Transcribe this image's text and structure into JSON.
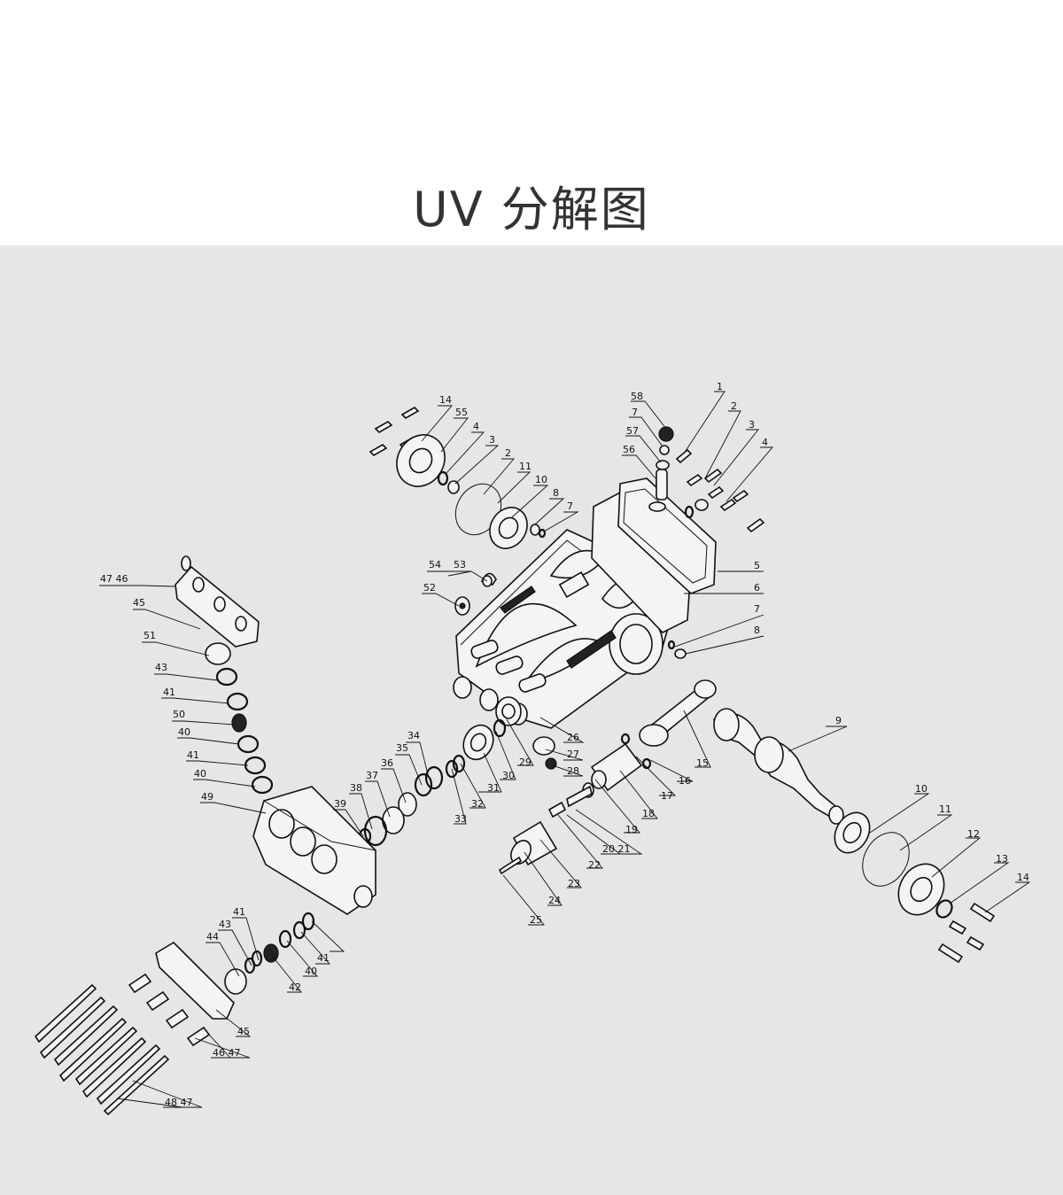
{
  "title": "UV 分解图",
  "colors": {
    "panel_bg": "#e6e6e6",
    "page_bg": "#ffffff",
    "title": "#333333",
    "line": "#111111"
  },
  "callouts": [
    {
      "id": "c58",
      "text": "58"
    },
    {
      "id": "c7a",
      "text": "7"
    },
    {
      "id": "c57",
      "text": "57"
    },
    {
      "id": "c56",
      "text": "56"
    },
    {
      "id": "c1",
      "text": "1"
    },
    {
      "id": "c2a",
      "text": "2"
    },
    {
      "id": "c3a",
      "text": "3"
    },
    {
      "id": "c4a",
      "text": "4"
    },
    {
      "id": "c5",
      "text": "5"
    },
    {
      "id": "c6",
      "text": "6"
    },
    {
      "id": "c7b",
      "text": "7"
    },
    {
      "id": "c8b",
      "text": "8"
    },
    {
      "id": "c14a",
      "text": "14"
    },
    {
      "id": "c55",
      "text": "55"
    },
    {
      "id": "c4b",
      "text": "4"
    },
    {
      "id": "c3b",
      "text": "3"
    },
    {
      "id": "c2b",
      "text": "2"
    },
    {
      "id": "c11a",
      "text": "11"
    },
    {
      "id": "c10a",
      "text": "10"
    },
    {
      "id": "c8a",
      "text": "8"
    },
    {
      "id": "c7c",
      "text": "7"
    },
    {
      "id": "c54",
      "text": "54"
    },
    {
      "id": "c53",
      "text": "53"
    },
    {
      "id": "c52",
      "text": "52"
    },
    {
      "id": "c4746a",
      "text": "47  46"
    },
    {
      "id": "c45a",
      "text": "45"
    },
    {
      "id": "c51",
      "text": "51"
    },
    {
      "id": "c43a",
      "text": "43"
    },
    {
      "id": "c41a",
      "text": "41"
    },
    {
      "id": "c50",
      "text": "50"
    },
    {
      "id": "c40a",
      "text": "40"
    },
    {
      "id": "c41b",
      "text": "41"
    },
    {
      "id": "c40b",
      "text": "40"
    },
    {
      "id": "c49",
      "text": "49"
    },
    {
      "id": "c34",
      "text": "34"
    },
    {
      "id": "c35",
      "text": "35"
    },
    {
      "id": "c36",
      "text": "36"
    },
    {
      "id": "c37",
      "text": "37"
    },
    {
      "id": "c38",
      "text": "38"
    },
    {
      "id": "c39",
      "text": "39"
    },
    {
      "id": "c33",
      "text": "33"
    },
    {
      "id": "c32",
      "text": "32"
    },
    {
      "id": "c31",
      "text": "31"
    },
    {
      "id": "c30",
      "text": "30"
    },
    {
      "id": "c29",
      "text": "29"
    },
    {
      "id": "c26",
      "text": "26"
    },
    {
      "id": "c27",
      "text": "27"
    },
    {
      "id": "c28",
      "text": "28"
    },
    {
      "id": "c9",
      "text": "9"
    },
    {
      "id": "c15",
      "text": "15"
    },
    {
      "id": "c16",
      "text": "16"
    },
    {
      "id": "c17",
      "text": "17"
    },
    {
      "id": "c18",
      "text": "18"
    },
    {
      "id": "c19",
      "text": "19"
    },
    {
      "id": "c2021",
      "text": "20   21"
    },
    {
      "id": "c22",
      "text": "22"
    },
    {
      "id": "c23",
      "text": "23"
    },
    {
      "id": "c24",
      "text": "24"
    },
    {
      "id": "c25",
      "text": "25"
    },
    {
      "id": "c10b",
      "text": "10"
    },
    {
      "id": "c11b",
      "text": "11"
    },
    {
      "id": "c12",
      "text": "12"
    },
    {
      "id": "c13",
      "text": "13"
    },
    {
      "id": "c14b",
      "text": "14"
    },
    {
      "id": "c41c",
      "text": "41"
    },
    {
      "id": "c43b",
      "text": "43"
    },
    {
      "id": "c44",
      "text": "44"
    },
    {
      "id": "c42",
      "text": "42"
    },
    {
      "id": "c40c",
      "text": "40"
    },
    {
      "id": "c41d",
      "text": "41"
    },
    {
      "id": "c45b",
      "text": "45"
    },
    {
      "id": "c4647",
      "text": "46   47"
    },
    {
      "id": "c4847",
      "text": "48   47"
    }
  ]
}
